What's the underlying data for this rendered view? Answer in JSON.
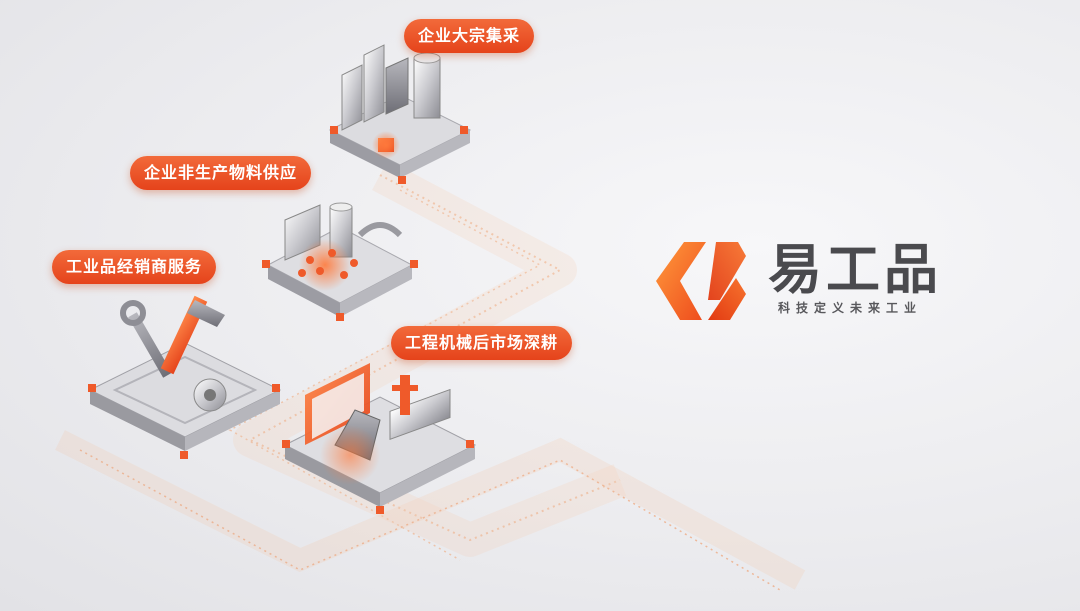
{
  "labels": [
    {
      "text": "企业大宗集采"
    },
    {
      "text": "企业非生产物料供应"
    },
    {
      "text": "工业品经销商服务"
    },
    {
      "text": "工程机械后市场深耕"
    }
  ],
  "brand": {
    "name": "易工品",
    "slogan": "科技定义未来工业"
  },
  "colors": {
    "accent": "#ef5a2a",
    "accent_dark": "#e5431b",
    "text_dark": "#4a4a4e",
    "background": "#ececef"
  }
}
